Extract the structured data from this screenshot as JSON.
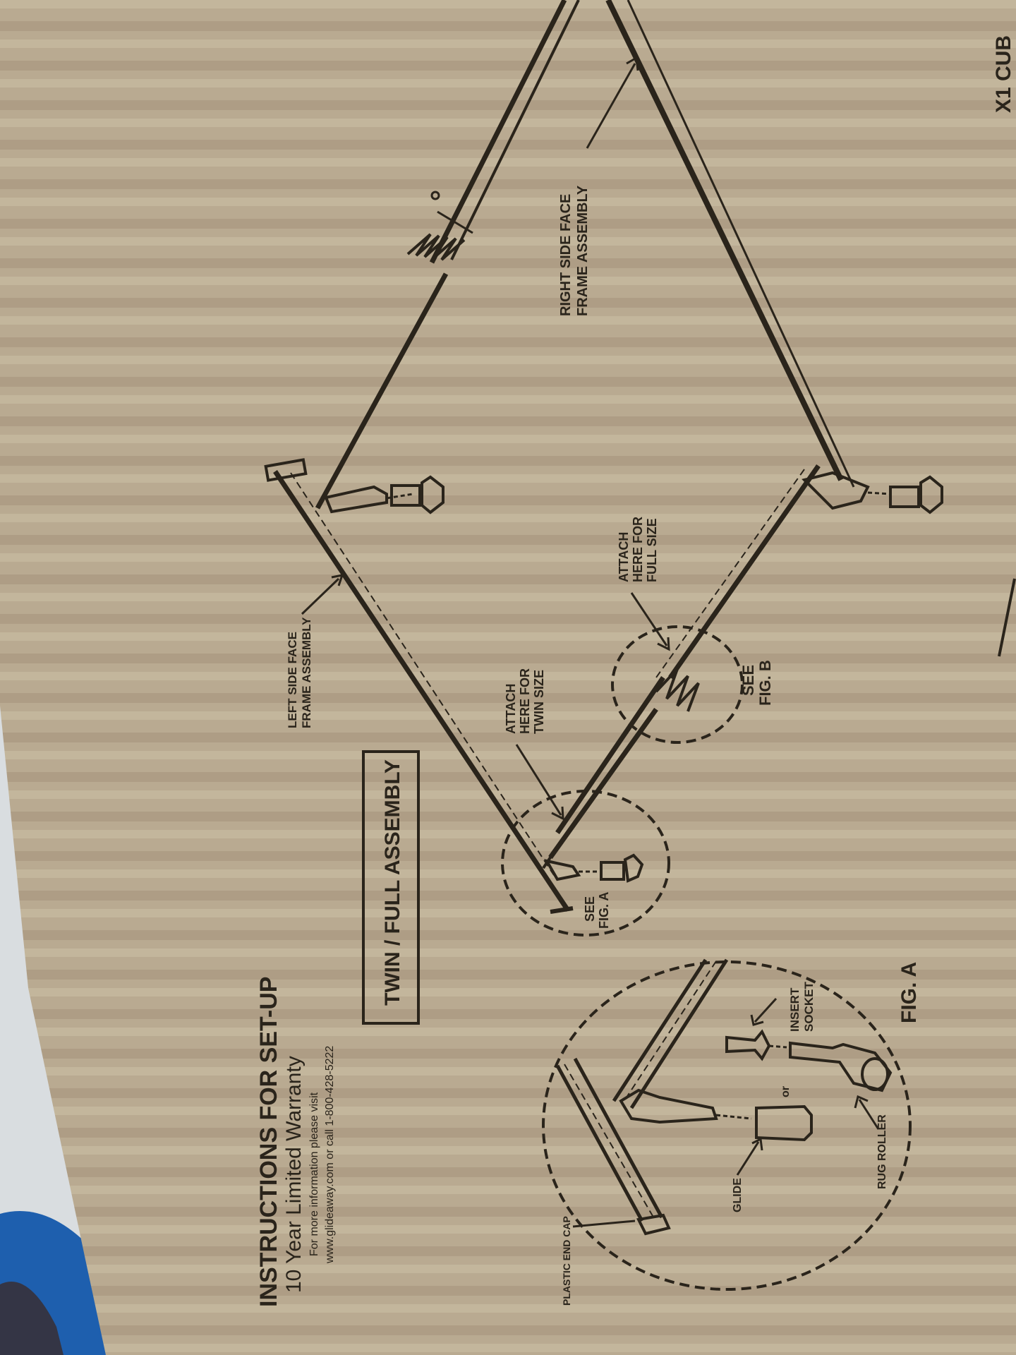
{
  "colors": {
    "cardboard": "#b8a990",
    "cardboard_dark": "#a49479",
    "ink": "#2a241b",
    "blue_object": "#1e5fae",
    "floor": "#d9dde0"
  },
  "title": {
    "heading": "INSTRUCTIONS FOR SET-UP",
    "warranty": "10 Year Limited Warranty",
    "info": "For more information please visit",
    "contact": "www.glideaway.com or call 1-800-428-5222"
  },
  "assembly_box": {
    "label": "TWIN / FULL ASSEMBLY"
  },
  "diagram_labels": {
    "left_frame": [
      "LEFT SIDE FACE",
      "FRAME ASSEMBLY"
    ],
    "right_frame": [
      "RIGHT SIDE FACE",
      "FRAME ASSEMBLY"
    ],
    "attach_twin": [
      "ATTACH",
      "HERE FOR",
      "TWIN SIZE"
    ],
    "attach_full": [
      "ATTACH",
      "HERE FOR",
      "FULL SIZE"
    ],
    "see_fig_a": [
      "SEE",
      "FIG. A"
    ],
    "see_fig_b": [
      "SEE",
      "FIG. B"
    ]
  },
  "fig_a": {
    "title": "FIG. A",
    "insert_socket": [
      "INSERT",
      "SOCKET"
    ],
    "or": "or",
    "glide": "GLIDE",
    "rug_roller": "RUG ROLLER",
    "plastic_end_cap": "PLASTIC END CAP"
  },
  "edge_text": "X1 CUB"
}
